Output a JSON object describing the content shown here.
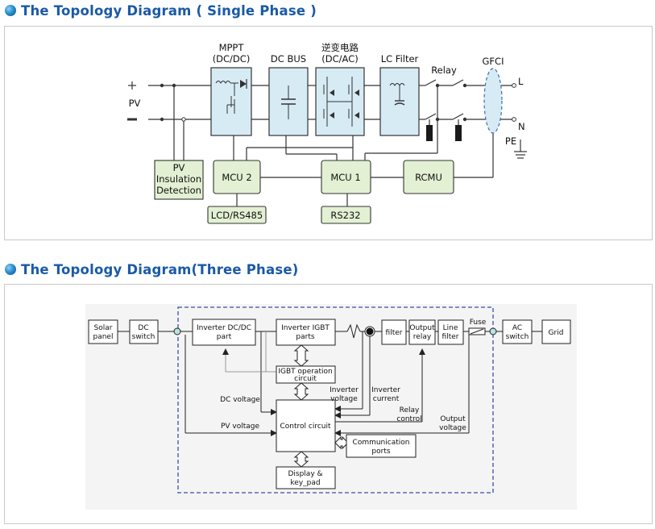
{
  "single_phase": {
    "title": "The Topology Diagram ( Single Phase )",
    "labels": {
      "mppt_line1": "MPPT",
      "mppt_line2": "(DC/DC)",
      "dc_bus": "DC BUS",
      "inverter_line1": "逆变电路",
      "inverter_line2": "(DC/AC)",
      "lc_filter": "LC Filter",
      "relay": "Relay",
      "gfci": "GFCI",
      "plus": "+",
      "pv": "PV",
      "minus": "-",
      "l": "L",
      "n": "N",
      "pe": "PE",
      "pv_insulation_1": "PV",
      "pv_insulation_2": "Insulation",
      "pv_insulation_3": "Detection",
      "mcu2": "MCU 2",
      "mcu1": "MCU 1",
      "rcmu": "RCMU",
      "lcd_rs485": "LCD/RS485",
      "rs232": "RS232"
    },
    "colors": {
      "block_fill": "#d7ebf5",
      "control_fill": "#e3f0d3"
    }
  },
  "three_phase": {
    "title": "The Topology Diagram(Three Phase)",
    "labels": {
      "solar_panel_1": "Solar",
      "solar_panel_2": "panel",
      "dc_switch_1": "DC",
      "dc_switch_2": "switch",
      "inv_dcdc_1": "Inverter DC/DC",
      "inv_dcdc_2": "part",
      "inv_igbt_1": "Inverter IGBT",
      "inv_igbt_2": "parts",
      "filter": "filter",
      "output_relay_1": "Output",
      "output_relay_2": "relay",
      "line_filter_1": "Line",
      "line_filter_2": "filter",
      "fuse": "Fuse",
      "ac_switch_1": "AC",
      "ac_switch_2": "switch",
      "grid": "Grid",
      "igbt_op_1": "IGBT operation",
      "igbt_op_2": "circuit",
      "control_circuit": "Control circuit",
      "comm_1": "Communication",
      "comm_2": "ports",
      "display_1": "Display &",
      "display_2": "key_pad",
      "dc_voltage": "DC voltage",
      "pv_voltage": "PV voltage",
      "inverter_voltage_1": "Inverter",
      "inverter_voltage_2": "voltage",
      "inverter_current_1": "Inverter",
      "inverter_current_2": "current",
      "relay_control_1": "Relay",
      "relay_control_2": "control",
      "output_voltage_1": "Output",
      "output_voltage_2": "voltage"
    },
    "colors": {
      "dashed_border": "#3b4ea8",
      "background": "#f4f4f4"
    }
  }
}
